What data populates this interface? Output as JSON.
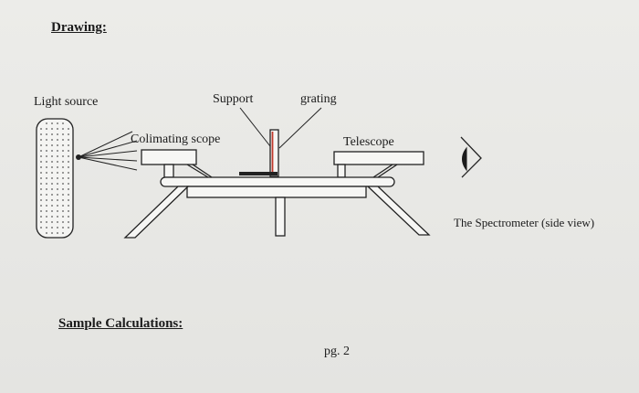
{
  "headings": {
    "drawing": "Drawing:",
    "sample_calculations": "Sample Calculations:"
  },
  "labels": {
    "light_source": "Light source",
    "support": "Support",
    "grating": "grating",
    "collimating_scope": "Colimating scope",
    "telescope": "Telescope",
    "caption": "The Spectrometer (side view)"
  },
  "footer": {
    "page_number": "pg. 2"
  },
  "colors": {
    "line": "#222222",
    "grating_accent": "#c0392b",
    "dots": "#555555"
  }
}
